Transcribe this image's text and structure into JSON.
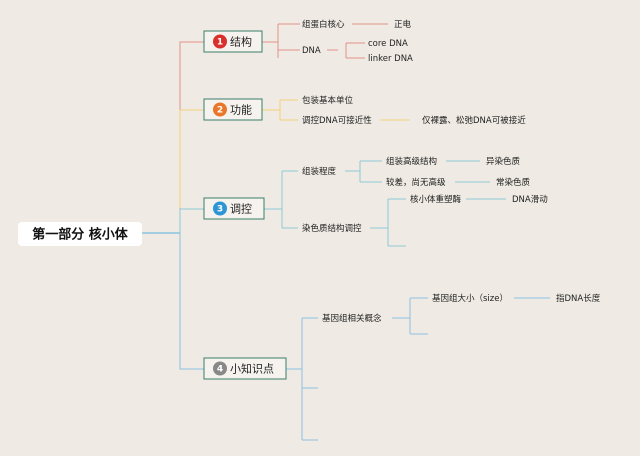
{
  "root": {
    "label": "第一部分 核小体"
  },
  "branches": [
    {
      "num": "1",
      "label": "结构",
      "badge_color": "#d9302b",
      "line_color": "#e0908a",
      "children": [
        {
          "label": "组蛋白核心",
          "children": [
            {
              "label": "正电"
            }
          ]
        },
        {
          "label": "DNA",
          "children": [
            {
              "label": "core DNA"
            },
            {
              "label": "linker DNA"
            }
          ]
        }
      ]
    },
    {
      "num": "2",
      "label": "功能",
      "badge_color": "#e8772b",
      "line_color": "#f2d27a",
      "children": [
        {
          "label": "包装基本单位"
        },
        {
          "label": "调控DNA可接近性",
          "children": [
            {
              "label": "仅裸露、松弛DNA可被接近"
            }
          ]
        }
      ]
    },
    {
      "num": "3",
      "label": "调控",
      "badge_color": "#2c95d6",
      "line_color": "#8cc8d6",
      "children": [
        {
          "label": "组装程度",
          "children": [
            {
              "label": "组装高级结构",
              "children": [
                {
                  "label": "异染色质"
                }
              ]
            },
            {
              "label": "较差，尚无高级",
              "children": [
                {
                  "label": "常染色质"
                }
              ]
            }
          ]
        },
        {
          "label": "染色质结构调控",
          "children": [
            {
              "label": "核小体重塑酶",
              "children": [
                {
                  "label": "DNA滑动"
                }
              ]
            }
          ]
        }
      ]
    },
    {
      "num": "4",
      "label": "小知识点",
      "badge_color": "#888888",
      "line_color": "#8cc2e2",
      "children": [
        {
          "label": "基因组相关概念",
          "children": [
            {
              "label": "基因组大小（size）",
              "children": [
                {
                  "label": "指DNA长度"
                }
              ]
            }
          ]
        }
      ]
    }
  ],
  "colors": {
    "background": "#efebe4",
    "root_line": "#5aaee0",
    "box_border": "#3a7d6a"
  }
}
